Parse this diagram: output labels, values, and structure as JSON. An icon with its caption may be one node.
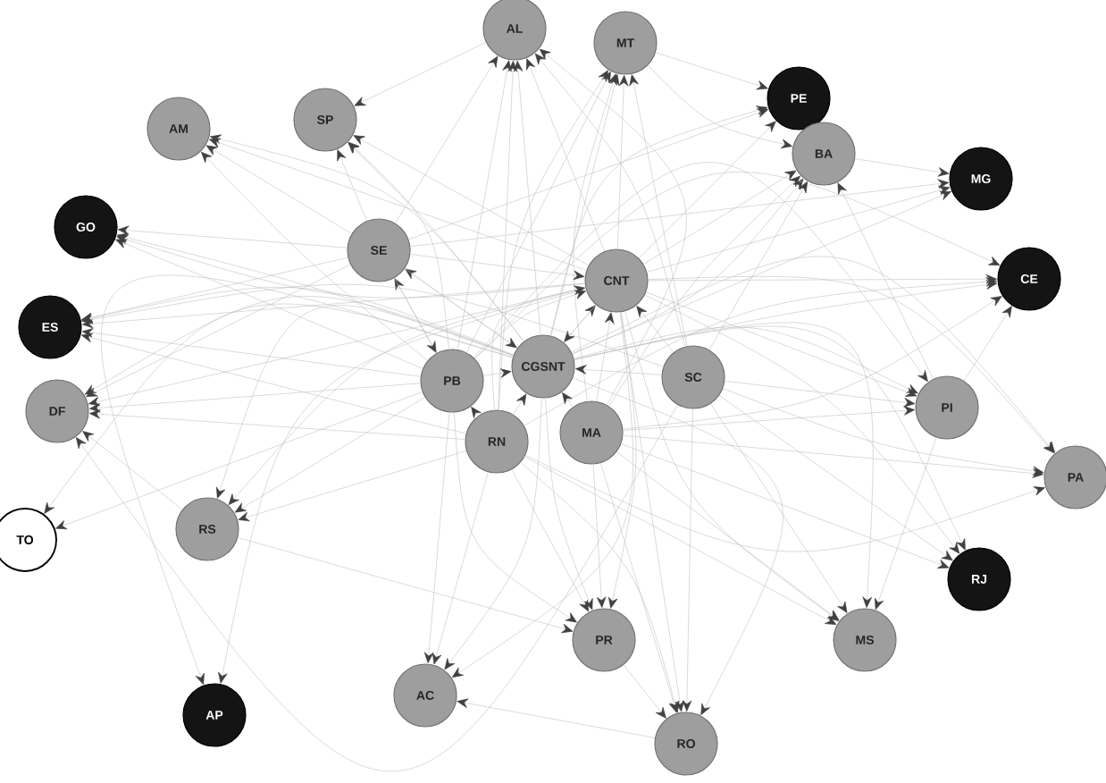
{
  "diagram": {
    "nodes": [
      {
        "text": [
          "AL"
        ]
      },
      {
        "text": [
          "MT"
        ]
      },
      {
        "text": [
          "PE"
        ]
      },
      {
        "text": [
          "SP"
        ]
      },
      {
        "text": [
          "AM"
        ]
      },
      {
        "text": [
          "BA"
        ]
      },
      {
        "text": [
          "MG"
        ]
      },
      {
        "text": [
          "GO"
        ]
      },
      {
        "text": [
          "SE"
        ]
      },
      {
        "text": [
          "CNT"
        ]
      },
      {
        "text": [
          "CE"
        ]
      },
      {
        "text": [
          "ES"
        ]
      },
      {
        "text": [
          "CGSNT"
        ]
      },
      {
        "text": [
          "PB"
        ]
      },
      {
        "text": [
          "SC"
        ]
      },
      {
        "text": [
          "DF"
        ]
      },
      {
        "text": [
          "PI"
        ]
      },
      {
        "text": [
          "MA"
        ]
      },
      {
        "text": [
          "RN"
        ]
      },
      {
        "text": [
          "PA"
        ]
      },
      {
        "text": [
          "TO"
        ]
      },
      {
        "text": [
          "RS"
        ]
      },
      {
        "text": [
          "RJ"
        ]
      },
      {
        "text": [
          "PR"
        ]
      },
      {
        "text": [
          "MS"
        ]
      },
      {
        "text": [
          "AP"
        ]
      },
      {
        "text": [
          "AC"
        ]
      },
      {
        "text": [
          "RO"
        ]
      }
    ],
    "edges": [
      {
        "from": 12,
        "to": 0,
        "arrow": "to"
      },
      {
        "from": 12,
        "to": 1,
        "arrow": "to"
      },
      {
        "from": 12,
        "to": 3,
        "arrow": "to"
      },
      {
        "from": 12,
        "to": 4,
        "arrow": "to"
      },
      {
        "from": 12,
        "to": 7,
        "arrow": "to"
      },
      {
        "from": 12,
        "to": 11,
        "arrow": "to"
      },
      {
        "from": 12,
        "to": 15,
        "arrow": "to"
      },
      {
        "from": 12,
        "to": 20,
        "arrow": "to"
      },
      {
        "from": 12,
        "to": 21,
        "arrow": "to"
      },
      {
        "from": 12,
        "to": 25,
        "arrow": "to"
      },
      {
        "from": 12,
        "to": 26,
        "arrow": "to"
      },
      {
        "from": 12,
        "to": 23,
        "arrow": "to"
      },
      {
        "from": 12,
        "to": 27,
        "arrow": "to"
      },
      {
        "from": 12,
        "to": 24,
        "arrow": "to"
      },
      {
        "from": 12,
        "to": 22,
        "arrow": "to"
      },
      {
        "from": 12,
        "to": 19,
        "arrow": "to"
      },
      {
        "from": 12,
        "to": 16,
        "arrow": "to"
      },
      {
        "from": 12,
        "to": 10,
        "arrow": "to"
      },
      {
        "from": 12,
        "to": 6,
        "arrow": "to"
      },
      {
        "from": 12,
        "to": 5,
        "arrow": "to"
      },
      {
        "from": 12,
        "to": 2,
        "arrow": "to"
      },
      {
        "from": 12,
        "to": 9,
        "arrow": "to"
      },
      {
        "from": 12,
        "to": 8,
        "arrow": "to"
      },
      {
        "from": 9,
        "to": 0,
        "arrow": "to"
      },
      {
        "from": 9,
        "to": 1,
        "arrow": "to"
      },
      {
        "from": 9,
        "to": 2,
        "arrow": "to"
      },
      {
        "from": 9,
        "to": 5,
        "arrow": "to"
      },
      {
        "from": 9,
        "to": 6,
        "arrow": "to"
      },
      {
        "from": 9,
        "to": 10,
        "arrow": "to"
      },
      {
        "from": 9,
        "to": 16,
        "arrow": "to"
      },
      {
        "from": 9,
        "to": 19,
        "arrow": "to"
      },
      {
        "from": 9,
        "to": 22,
        "arrow": "to"
      },
      {
        "from": 9,
        "to": 24,
        "arrow": "to"
      },
      {
        "from": 9,
        "to": 23,
        "arrow": "to"
      },
      {
        "from": 9,
        "to": 27,
        "arrow": "to"
      },
      {
        "from": 9,
        "to": 26,
        "arrow": "to"
      },
      {
        "from": 9,
        "to": 25,
        "arrow": "to"
      },
      {
        "from": 9,
        "to": 21,
        "arrow": "to"
      },
      {
        "from": 9,
        "to": 15,
        "arrow": "to"
      },
      {
        "from": 9,
        "to": 11,
        "arrow": "to"
      },
      {
        "from": 9,
        "to": 7,
        "arrow": "to"
      },
      {
        "from": 9,
        "to": 4,
        "arrow": "to"
      },
      {
        "from": 9,
        "to": 3,
        "arrow": "to"
      },
      {
        "from": 9,
        "to": 12,
        "arrow": "to"
      },
      {
        "from": 13,
        "to": 0,
        "arrow": "to"
      },
      {
        "from": 13,
        "to": 1,
        "arrow": "to"
      },
      {
        "from": 13,
        "to": 3,
        "arrow": "to"
      },
      {
        "from": 13,
        "to": 4,
        "arrow": "to"
      },
      {
        "from": 13,
        "to": 7,
        "arrow": "to"
      },
      {
        "from": 13,
        "to": 11,
        "arrow": "to"
      },
      {
        "from": 13,
        "to": 15,
        "arrow": "to"
      },
      {
        "from": 13,
        "to": 20,
        "arrow": "to"
      },
      {
        "from": 13,
        "to": 21,
        "arrow": "to"
      },
      {
        "from": 13,
        "to": 26,
        "arrow": "to"
      },
      {
        "from": 13,
        "to": 23,
        "arrow": "to"
      },
      {
        "from": 13,
        "to": 9,
        "arrow": "to"
      },
      {
        "from": 13,
        "to": 12,
        "arrow": "to"
      },
      {
        "from": 13,
        "to": 8,
        "arrow": "to"
      },
      {
        "from": 13,
        "to": 16,
        "arrow": "to"
      },
      {
        "from": 13,
        "to": 10,
        "arrow": "to"
      },
      {
        "from": 18,
        "to": 0,
        "arrow": "to"
      },
      {
        "from": 18,
        "to": 1,
        "arrow": "to"
      },
      {
        "from": 18,
        "to": 15,
        "arrow": "to"
      },
      {
        "from": 18,
        "to": 11,
        "arrow": "to"
      },
      {
        "from": 18,
        "to": 21,
        "arrow": "to"
      },
      {
        "from": 18,
        "to": 26,
        "arrow": "to"
      },
      {
        "from": 18,
        "to": 23,
        "arrow": "to"
      },
      {
        "from": 18,
        "to": 27,
        "arrow": "to"
      },
      {
        "from": 18,
        "to": 24,
        "arrow": "to"
      },
      {
        "from": 18,
        "to": 9,
        "arrow": "to"
      },
      {
        "from": 18,
        "to": 12,
        "arrow": "to"
      },
      {
        "from": 18,
        "to": 13,
        "arrow": "to"
      },
      {
        "from": 18,
        "to": 10,
        "arrow": "to"
      },
      {
        "from": 18,
        "to": 19,
        "arrow": "to"
      },
      {
        "from": 17,
        "to": 0,
        "arrow": "to"
      },
      {
        "from": 17,
        "to": 1,
        "arrow": "to"
      },
      {
        "from": 17,
        "to": 23,
        "arrow": "to"
      },
      {
        "from": 17,
        "to": 27,
        "arrow": "to"
      },
      {
        "from": 17,
        "to": 24,
        "arrow": "to"
      },
      {
        "from": 17,
        "to": 22,
        "arrow": "to"
      },
      {
        "from": 17,
        "to": 19,
        "arrow": "to"
      },
      {
        "from": 17,
        "to": 16,
        "arrow": "to"
      },
      {
        "from": 17,
        "to": 10,
        "arrow": "to"
      },
      {
        "from": 17,
        "to": 9,
        "arrow": "to"
      },
      {
        "from": 17,
        "to": 12,
        "arrow": "to"
      },
      {
        "from": 17,
        "to": 5,
        "arrow": "to"
      },
      {
        "from": 14,
        "to": 0,
        "arrow": "to"
      },
      {
        "from": 14,
        "to": 1,
        "arrow": "to"
      },
      {
        "from": 14,
        "to": 9,
        "arrow": "to"
      },
      {
        "from": 14,
        "to": 12,
        "arrow": "to"
      },
      {
        "from": 14,
        "to": 16,
        "arrow": "to"
      },
      {
        "from": 14,
        "to": 19,
        "arrow": "to"
      },
      {
        "from": 14,
        "to": 22,
        "arrow": "to"
      },
      {
        "from": 14,
        "to": 24,
        "arrow": "to"
      },
      {
        "from": 14,
        "to": 27,
        "arrow": "to"
      },
      {
        "from": 14,
        "to": 15,
        "arrow": "to"
      },
      {
        "from": 14,
        "to": 11,
        "arrow": "to"
      },
      {
        "from": 14,
        "to": 5,
        "arrow": "to"
      },
      {
        "from": 8,
        "to": 0,
        "arrow": "to"
      },
      {
        "from": 8,
        "to": 4,
        "arrow": "to"
      },
      {
        "from": 8,
        "to": 7,
        "arrow": "to"
      },
      {
        "from": 8,
        "to": 11,
        "arrow": "to"
      },
      {
        "from": 8,
        "to": 15,
        "arrow": "to"
      },
      {
        "from": 8,
        "to": 3,
        "arrow": "to"
      },
      {
        "from": 8,
        "to": 9,
        "arrow": "to"
      },
      {
        "from": 8,
        "to": 12,
        "arrow": "to"
      },
      {
        "from": 8,
        "to": 13,
        "arrow": "to"
      },
      {
        "from": 8,
        "to": 6,
        "arrow": "to"
      },
      {
        "from": 8,
        "to": 2,
        "arrow": "to"
      },
      {
        "from": 21,
        "to": 23,
        "arrow": "to"
      },
      {
        "from": 21,
        "to": 15,
        "arrow": "to"
      },
      {
        "from": 27,
        "to": 26,
        "arrow": "to"
      },
      {
        "from": 16,
        "to": 24,
        "arrow": "to"
      },
      {
        "from": 16,
        "to": 5,
        "arrow": "to"
      },
      {
        "from": 16,
        "to": 10,
        "arrow": "to"
      },
      {
        "from": 1,
        "to": 2,
        "arrow": "to"
      },
      {
        "from": 5,
        "to": 6,
        "arrow": "to"
      },
      {
        "from": 0,
        "to": 3,
        "arrow": "to"
      },
      {
        "from": 1,
        "to": 5,
        "arrow": "to"
      },
      {
        "from": 23,
        "to": 27,
        "arrow": "to"
      }
    ]
  }
}
